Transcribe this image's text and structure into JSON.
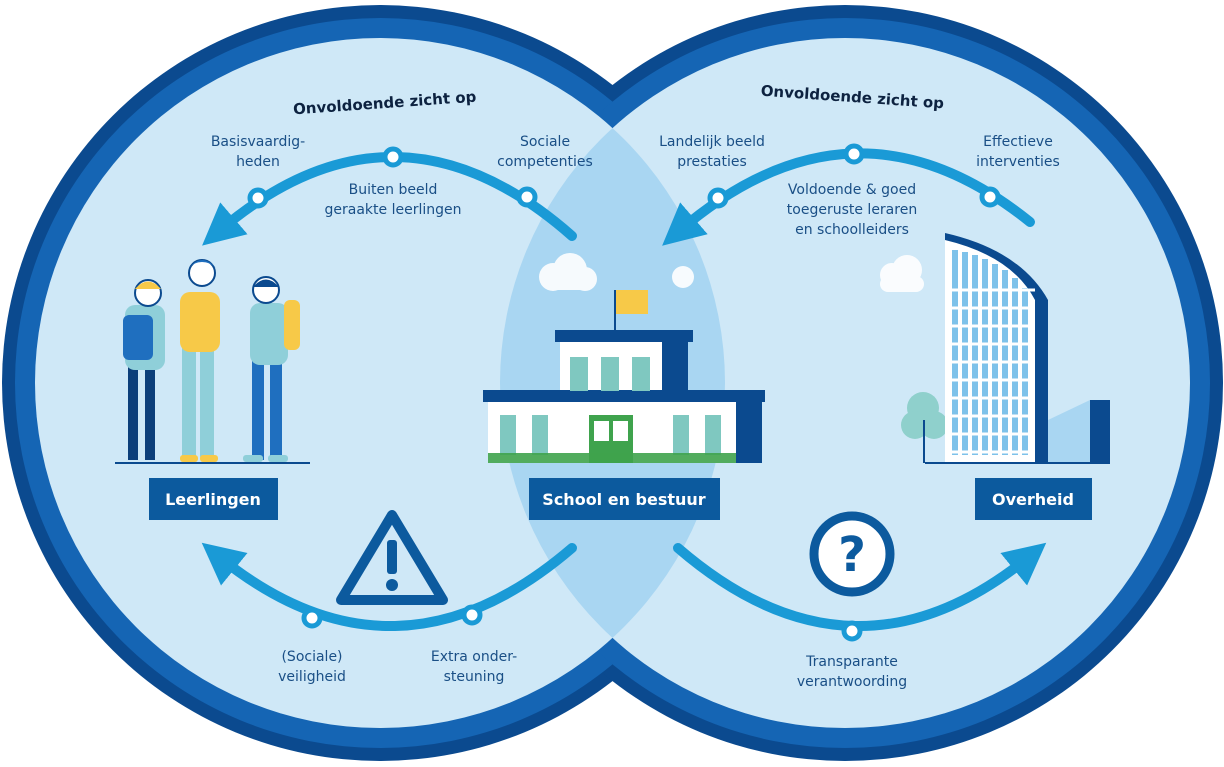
{
  "left_circle": {
    "heading": "Onvoldoende zicht op",
    "items": {
      "basisvaardigheden_1": "Basisvaardig-",
      "basisvaardigheden_2": "heden",
      "buiten_beeld_1": "Buiten beeld",
      "buiten_beeld_2": "geraakte leerlingen",
      "sociale_comp_1": "Sociale",
      "sociale_comp_2": "competenties",
      "sociale_veiligheid_1": "(Sociale)",
      "sociale_veiligheid_2": "veiligheid",
      "extra_ondersteuning_1": "Extra onder-",
      "extra_ondersteuning_2": "steuning"
    }
  },
  "right_circle": {
    "heading": "Onvoldoende zicht op",
    "items": {
      "landelijk_1": "Landelijk beeld",
      "landelijk_2": "prestaties",
      "voldoende_1": "Voldoende & goed",
      "voldoende_2": "toegeruste leraren",
      "voldoende_3": "en schoolleiders",
      "effectieve_1": "Effectieve",
      "effectieve_2": "interventies",
      "transparante_1": "Transparante",
      "transparante_2": "verantwoording"
    }
  },
  "actors": {
    "leerlingen": "Leerlingen",
    "school": "School en bestuur",
    "overheid": "Overheid"
  },
  "icons": {
    "warning": "warning-triangle-icon",
    "question": "question-circle-icon"
  },
  "colors": {
    "ring_dark": "#0b4a8f",
    "ring_mid": "#1565b4",
    "fill_light": "#cfe8f7",
    "overlap": "#a9d6f2",
    "arrow": "#1a9ad6",
    "label_box": "#0c5a9e",
    "text_blue": "#1a4f86",
    "yellow": "#f7c948",
    "green": "#4caf50"
  }
}
